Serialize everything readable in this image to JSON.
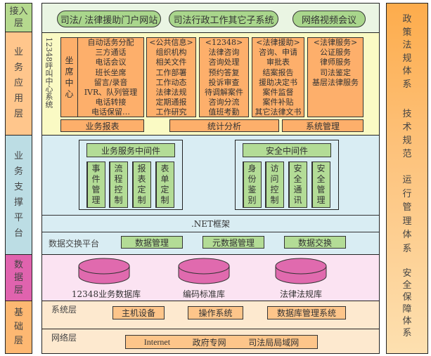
{
  "left_layers": [
    {
      "id": "access",
      "label": "接入层",
      "color": "#b5d98e"
    },
    {
      "id": "business-app",
      "label": "业务应用层",
      "color": "#ffc68c"
    },
    {
      "id": "business-support",
      "label": "业务支撑平台",
      "color": "#bcdde4"
    },
    {
      "id": "data",
      "label": "数据层",
      "color": "#e063ae"
    },
    {
      "id": "foundation",
      "label": "基础层",
      "color": "#fdb872"
    }
  ],
  "access_layer": {
    "background": "#eaf5e3",
    "portals": [
      "司法/ 法律援助门户网站",
      "司法行政工作其它子系统",
      "网络视频会议"
    ]
  },
  "app_layer": {
    "background": "#fafac4",
    "call_center_label": "12348呼叫中心系统",
    "seat_center": {
      "label": "坐席中心",
      "items": [
        "自动话务分配",
        "三方通话",
        "电话会议",
        "班长坐席",
        "留言/录音",
        "IVR、队列管理",
        "电话转接",
        "电话保留…"
      ]
    },
    "modules": [
      {
        "title": "<公共信息>",
        "items": [
          "组织机构",
          "相关文件",
          "工作部署",
          "工作动态",
          "法律法规",
          "定期通报",
          "工作研究"
        ]
      },
      {
        "title": "<12348>",
        "items": [
          "法律咨询",
          "咨询处理",
          "预约答复",
          "投诉审查",
          "待调解案件",
          "咨询分流",
          "值班考勤"
        ]
      },
      {
        "title": "<法律援助>",
        "items": [
          "咨询、申请",
          "审批表",
          "结案报告",
          "援助决定书",
          "案件监督",
          "案件补贴",
          "其它法律文书"
        ]
      },
      {
        "title": "<法律服务>",
        "items": [
          "公证服务",
          "律师服务",
          "司法鉴定",
          "基层法律服务"
        ]
      }
    ],
    "bottom_bars": [
      "业务报表",
      "统计分析",
      "系统管理"
    ]
  },
  "support_layer": {
    "background": "#d9edf3",
    "middleware": [
      {
        "title": "业务服务中间件",
        "items": [
          "事件管理",
          "流程控制",
          "报表定制",
          "表单定制"
        ]
      },
      {
        "title": "安全中间件",
        "items": [
          "身份鉴别",
          "访问控制",
          "安全通讯",
          "安全管理"
        ]
      }
    ],
    "framework": ".NET框架",
    "data_exchange": {
      "label": "数据交换平台",
      "items": [
        "数据管理",
        "元数据管理",
        "数据交换"
      ]
    }
  },
  "data_layer": {
    "background": "#fbe3f2",
    "db_color": "#e06aae",
    "databases": [
      "12348业务数据库",
      "编码标准库",
      "法律法规库"
    ]
  },
  "foundation_layer": {
    "background": "#fde9cf",
    "system": {
      "label": "系统层",
      "items": [
        "主机设备",
        "操作系统",
        "数据库管理系统"
      ]
    },
    "network": {
      "label": "网络层",
      "items": [
        "Internet",
        "政府专网",
        "司法局局域网"
      ]
    }
  },
  "right_column": {
    "gradient_top": "#fdac4c",
    "gradient_bottom": "#fde0b0",
    "systems": [
      "政策法规体系",
      "技术规范",
      "运行管理体系",
      "安全保障体系"
    ]
  }
}
